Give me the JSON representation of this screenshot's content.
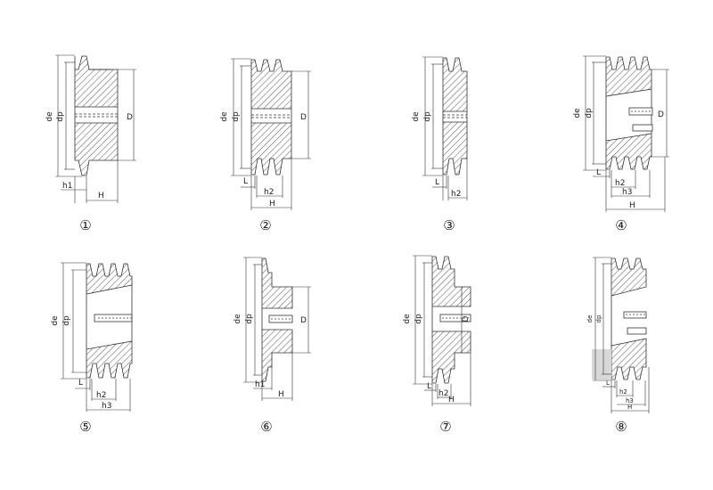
{
  "pulleys": [
    {
      "number": "①",
      "labels": {
        "de": "de",
        "dp": "dp",
        "D": "D",
        "h1": "h1",
        "H": "H"
      }
    },
    {
      "number": "②",
      "labels": {
        "de": "de",
        "dp": "dp",
        "D": "D",
        "L": "L",
        "h2": "h2",
        "H": "H"
      }
    },
    {
      "number": "③",
      "labels": {
        "de": "de",
        "dp": "dp",
        "L": "L",
        "h2": "h2"
      }
    },
    {
      "number": "④",
      "labels": {
        "de": "de",
        "dp": "dp",
        "D": "D",
        "L": "L",
        "h2": "h2",
        "h3": "h3",
        "H": "H"
      }
    },
    {
      "number": "⑤",
      "labels": {
        "de": "de",
        "dp": "dp",
        "L": "L",
        "h2": "h2",
        "h3": "h3"
      }
    },
    {
      "number": "⑥",
      "labels": {
        "de": "de",
        "dp": "dp",
        "D": "D",
        "h1": "h1",
        "H": "H"
      }
    },
    {
      "number": "⑦",
      "labels": {
        "de": "de",
        "dp": "dp",
        "D": "D",
        "L": "L",
        "h2": "h2",
        "H": "H"
      }
    },
    {
      "number": "⑧",
      "labels": {
        "de": "de",
        "dp": "dp",
        "L": "L",
        "h2": "h2",
        "h3": "h3",
        "H": "H"
      }
    }
  ]
}
